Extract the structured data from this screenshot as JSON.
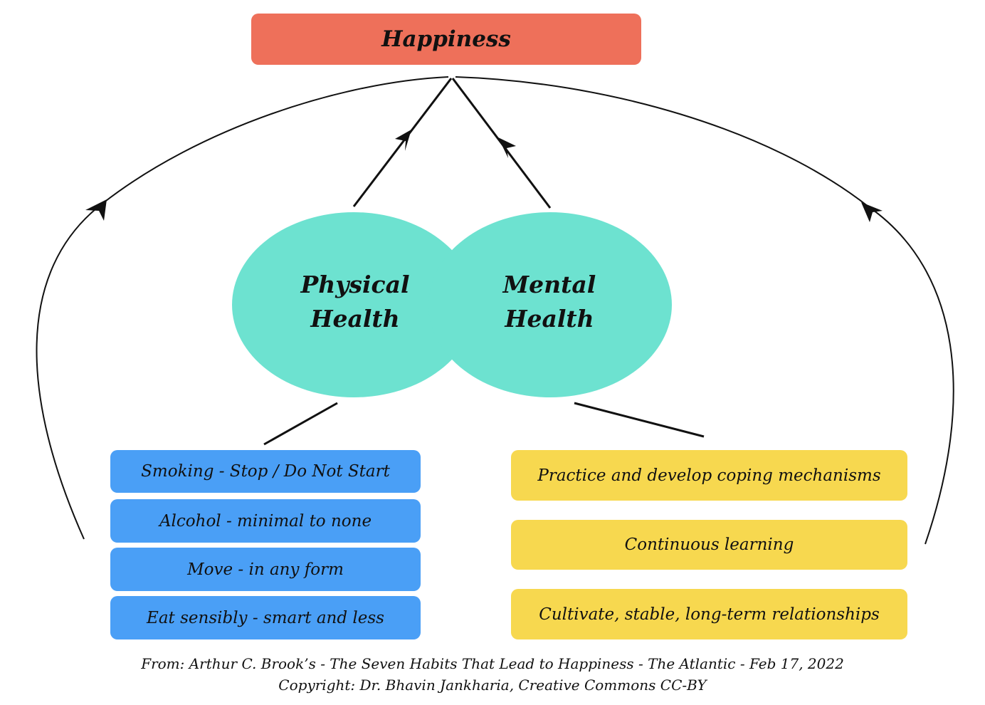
{
  "top": {
    "title": "Happiness"
  },
  "circles": {
    "physical": {
      "line1": "Physical",
      "line2": "Health"
    },
    "mental": {
      "line1": "Mental",
      "line2": "Health"
    }
  },
  "physical_habits": [
    "Smoking - Stop / Do Not Start",
    "Alcohol - minimal to none",
    "Move - in any form",
    "Eat sensibly - smart and less"
  ],
  "mental_habits": [
    "Practice and develop coping mechanisms",
    "Continuous learning",
    "Cultivate, stable, long-term relationships"
  ],
  "footer": {
    "source": "From: Arthur C. Brook’s - The Seven Habits That Lead to Happiness - The Atlantic - Feb 17, 2022",
    "copyright": "Copyright: Dr. Bhavin Jankharia, Creative Commons CC-BY"
  },
  "colors": {
    "title_box": "#ee705a",
    "circles": "#6de2d0",
    "physical_boxes": "#4a9ff6",
    "mental_boxes": "#f7d84f"
  }
}
